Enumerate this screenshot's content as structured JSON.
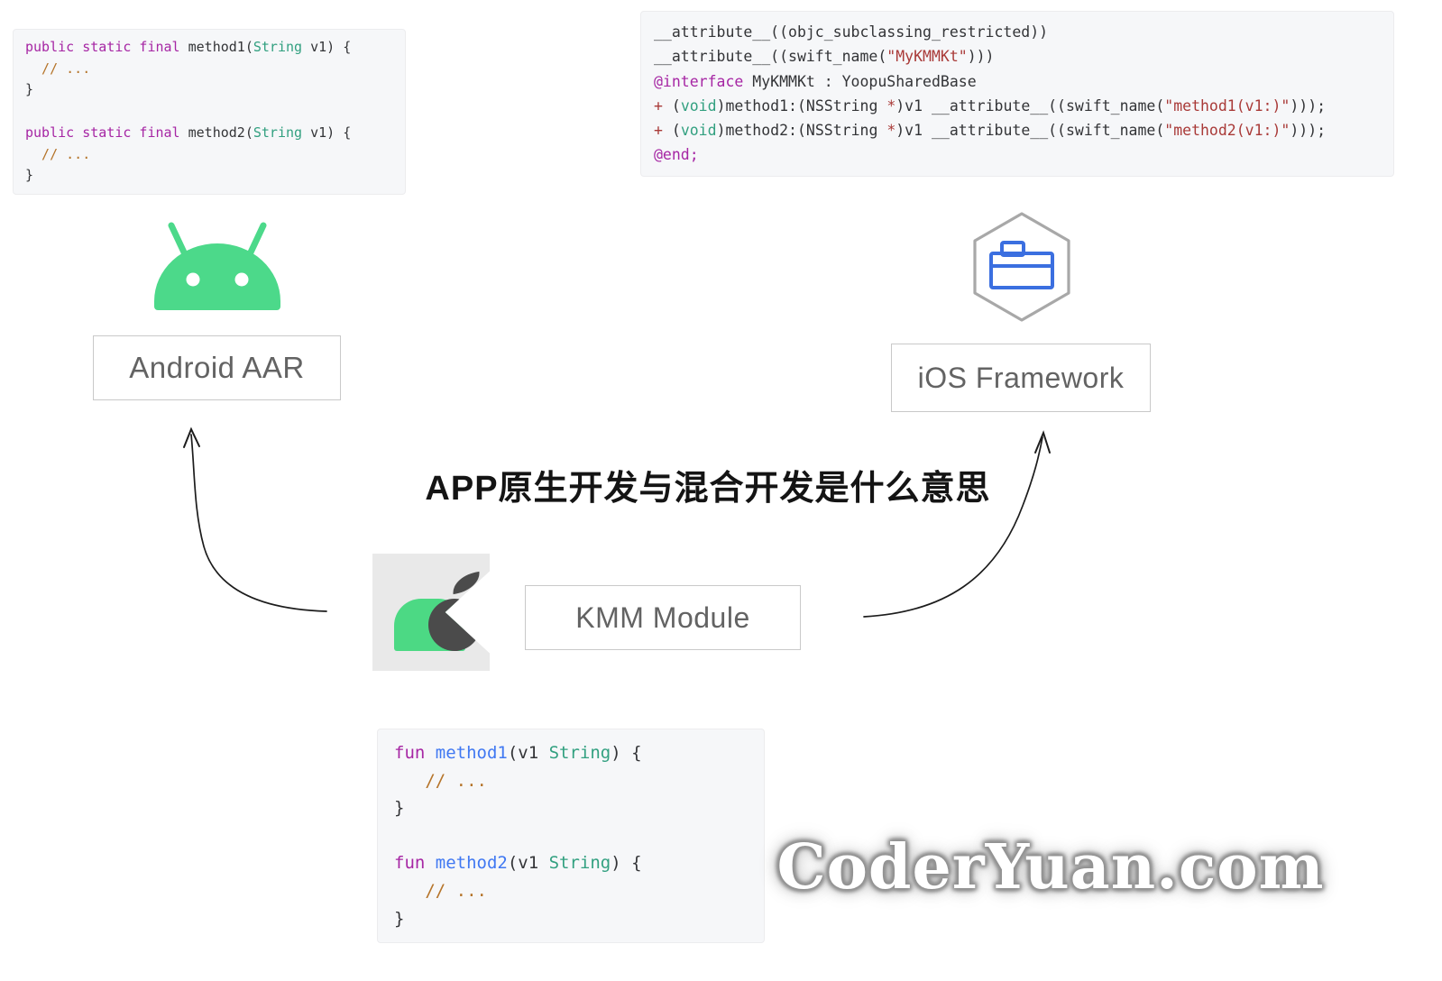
{
  "title": {
    "text": "APP原生开发与混合开发是什么意思"
  },
  "watermark": {
    "text": "CoderYuan.com"
  },
  "nodes": {
    "android": {
      "label": "Android AAR"
    },
    "ios": {
      "label": "iOS Framework"
    },
    "kmm": {
      "label": "KMM Module"
    }
  },
  "colors": {
    "code-bg": "#f6f7f9",
    "plain": "#333437",
    "keyword": "#a626a4",
    "type": "#32a080",
    "string": "#a93a38",
    "comment": "#b5742a",
    "func": "#4078f2",
    "android-green": "#4cd98a",
    "kmm-green": "#4cd984",
    "kmm-dark": "#4b4b4b",
    "kmm-gray": "#e9e9e9",
    "ios-blue": "#3b6fe0",
    "hex-stroke": "#a8a8a8",
    "box-border": "#c9c9c9",
    "box-text": "#636363",
    "arrow": "#1c1c1c"
  },
  "code_blocks": {
    "java": {
      "language": "java",
      "lines": [
        [
          [
            "k",
            "public static final "
          ],
          [
            "p",
            "method1("
          ],
          [
            "t",
            "String"
          ],
          [
            "p",
            " v1) {"
          ]
        ],
        [
          [
            "c",
            "  // ..."
          ]
        ],
        [
          [
            "p",
            "}"
          ]
        ],
        [],
        [
          [
            "k",
            "public static final "
          ],
          [
            "p",
            "method2("
          ],
          [
            "t",
            "String"
          ],
          [
            "p",
            " v1) {"
          ]
        ],
        [
          [
            "c",
            "  // ..."
          ]
        ],
        [
          [
            "p",
            "}"
          ]
        ]
      ]
    },
    "objc": {
      "language": "objective-c",
      "lines": [
        [
          [
            "p",
            "__attribute__((objc_subclassing_restricted))"
          ]
        ],
        [
          [
            "p",
            "__attribute__((swift_name("
          ],
          [
            "s",
            "\"MyKMMKt\""
          ],
          [
            "p",
            ")))"
          ]
        ],
        [
          [
            "k",
            "@interface"
          ],
          [
            "p",
            " MyKMMKt : YoopuSharedBase"
          ]
        ],
        [
          [
            "r",
            "+"
          ],
          [
            "p",
            " ("
          ],
          [
            "t",
            "void"
          ],
          [
            "p",
            ")method1:(NSString "
          ],
          [
            "r",
            "*"
          ],
          [
            "p",
            ")v1 __attribute__((swift_name("
          ],
          [
            "s",
            "\"method1(v1:)\""
          ],
          [
            "p",
            ")));"
          ]
        ],
        [
          [
            "r",
            "+"
          ],
          [
            "p",
            " ("
          ],
          [
            "t",
            "void"
          ],
          [
            "p",
            ")method2:(NSString "
          ],
          [
            "r",
            "*"
          ],
          [
            "p",
            ")v1 __attribute__((swift_name("
          ],
          [
            "s",
            "\"method2(v1:)\""
          ],
          [
            "p",
            ")));"
          ]
        ],
        [
          [
            "k",
            "@end;"
          ]
        ]
      ]
    },
    "kotlin": {
      "language": "kotlin",
      "lines": [
        [
          [
            "k",
            "fun "
          ],
          [
            "f",
            "method1"
          ],
          [
            "p",
            "(v1 "
          ],
          [
            "t",
            "String"
          ],
          [
            "p",
            ") {"
          ]
        ],
        [
          [
            "c",
            "   // ..."
          ]
        ],
        [
          [
            "p",
            "}"
          ]
        ],
        [],
        [
          [
            "k",
            "fun "
          ],
          [
            "f",
            "method2"
          ],
          [
            "p",
            "(v1 "
          ],
          [
            "t",
            "String"
          ],
          [
            "p",
            ") {"
          ]
        ],
        [
          [
            "c",
            "   // ..."
          ]
        ],
        [
          [
            "p",
            "}"
          ]
        ]
      ]
    }
  }
}
